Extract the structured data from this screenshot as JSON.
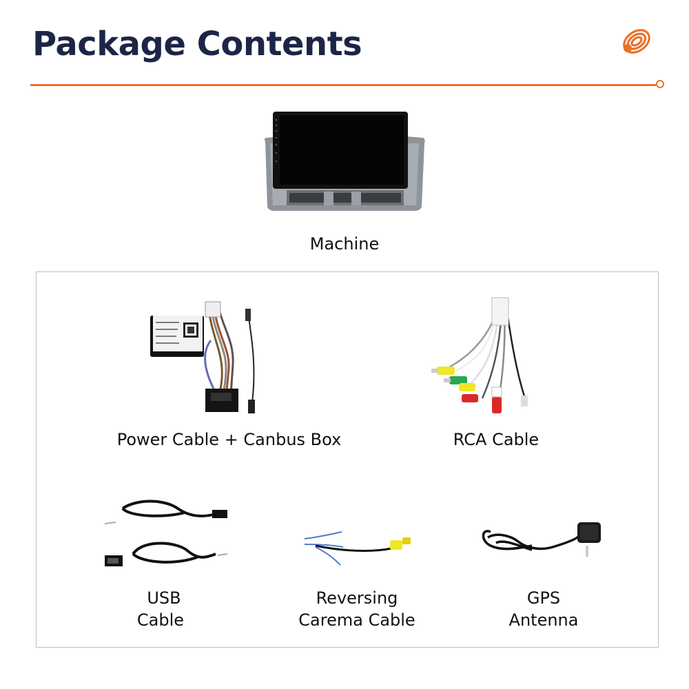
{
  "header": {
    "title": "Package Contents",
    "logo_icon": "orange-coil-logo-icon",
    "accent": "#e8732a",
    "title_color": "#1d2547"
  },
  "items": {
    "machine": {
      "label": "Machine"
    },
    "power_cable": {
      "label": "Power Cable + Canbus Box"
    },
    "rca_cable": {
      "label": "RCA Cable"
    },
    "usb_cable": {
      "label_line1": "USB",
      "label_line2": "Cable"
    },
    "reversing_cable": {
      "label_line1": "Reversing",
      "label_line2": "Carema Cable"
    },
    "gps_antenna": {
      "label_line1": "GPS",
      "label_line2": "Antenna"
    }
  }
}
